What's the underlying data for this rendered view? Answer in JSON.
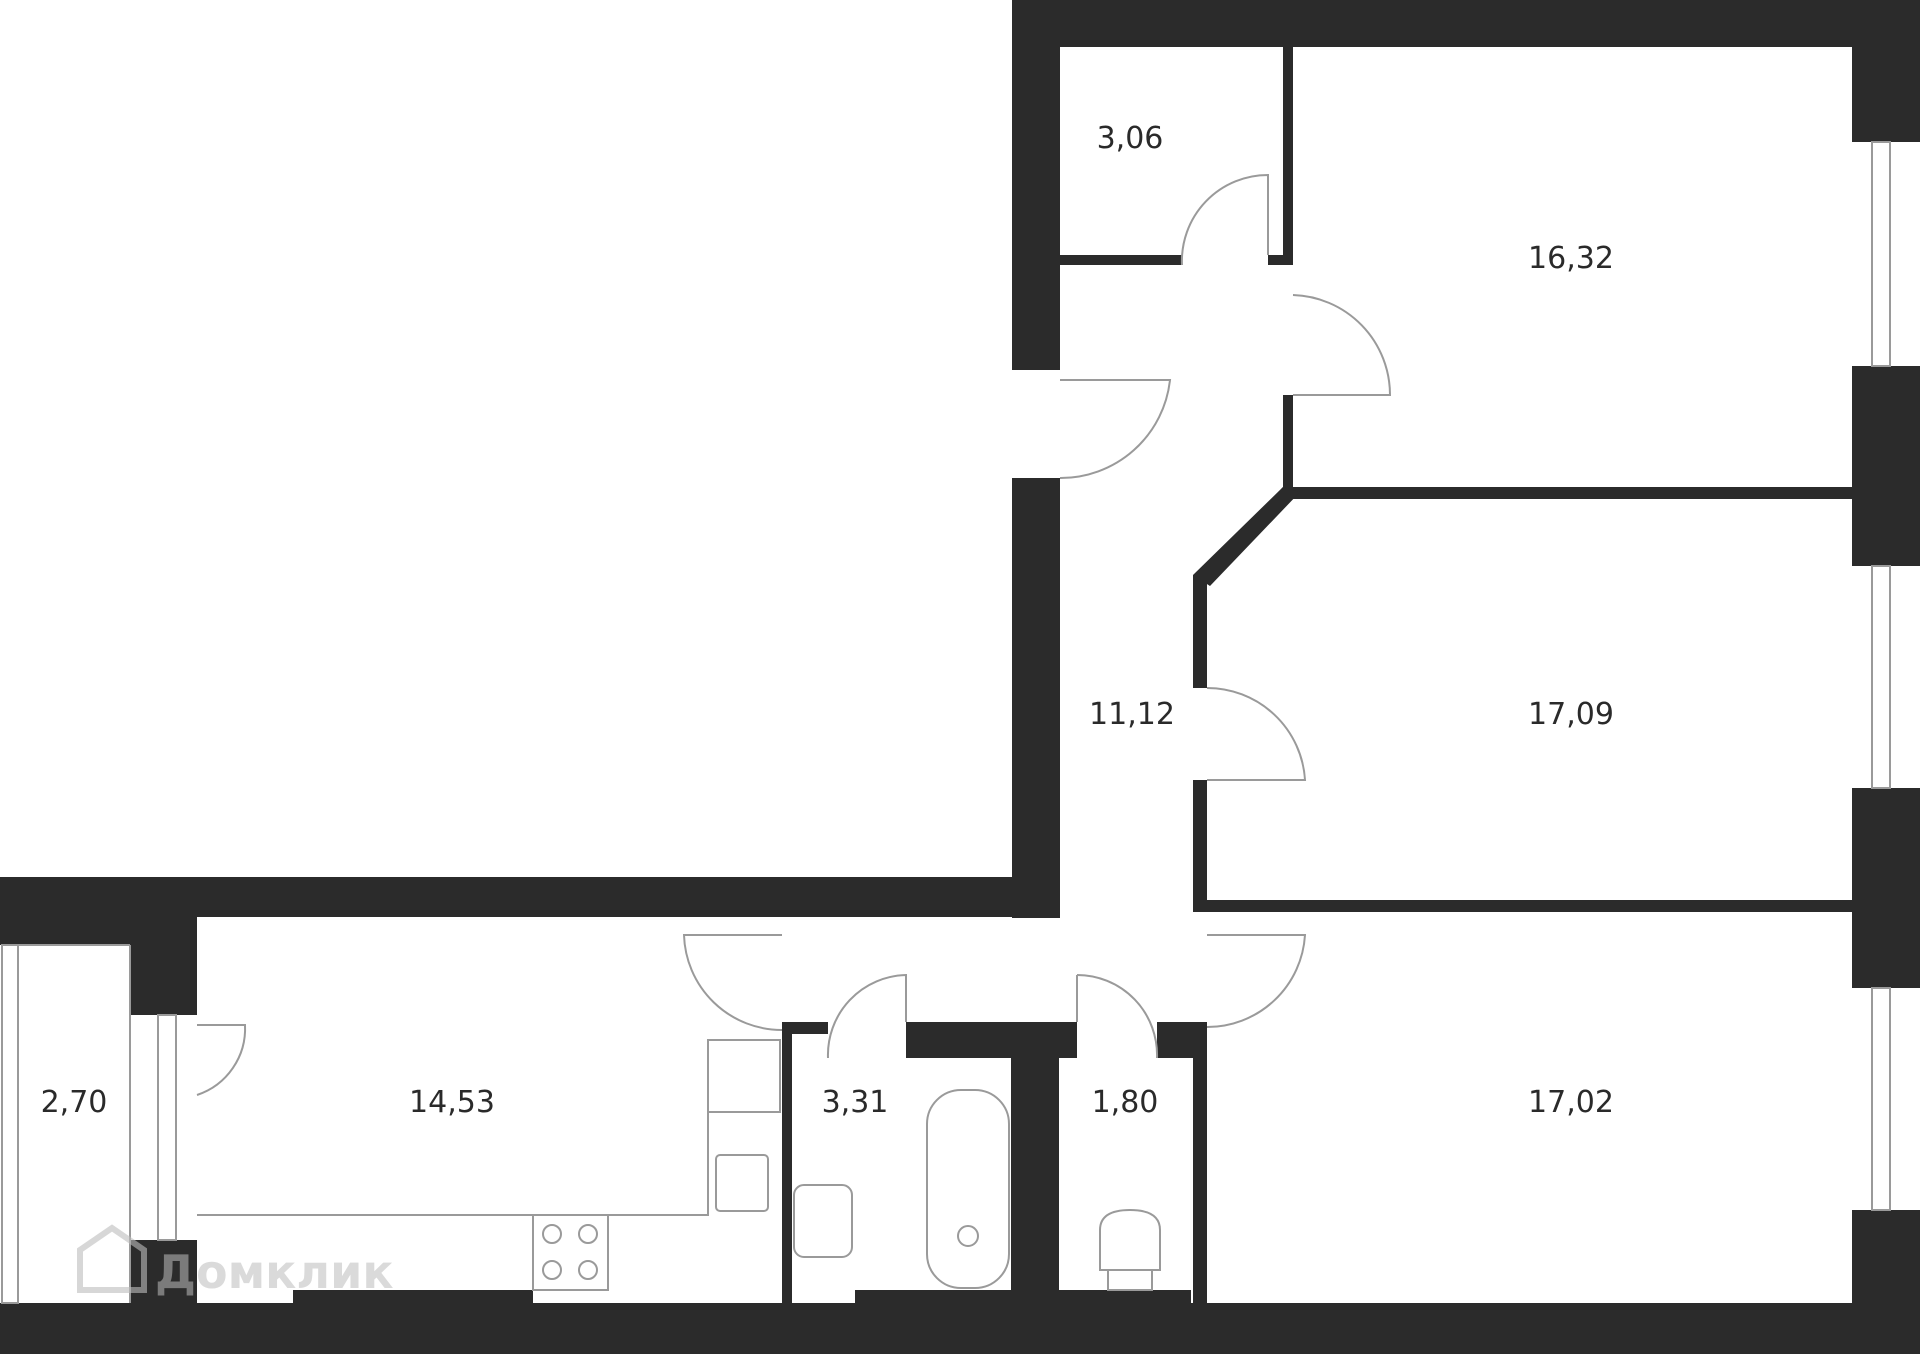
{
  "colors": {
    "wall": "#2b2b2b",
    "line": "#9a9a9a",
    "text": "#2a2a2a",
    "watermark": "#bdbdbd"
  },
  "rooms": [
    {
      "id": "storage",
      "area": "3,06"
    },
    {
      "id": "bedroom-top",
      "area": "16,32"
    },
    {
      "id": "hallway",
      "area": "11,12"
    },
    {
      "id": "bedroom-middle",
      "area": "17,09"
    },
    {
      "id": "bedroom-bottom",
      "area": "17,02"
    },
    {
      "id": "kitchen",
      "area": "14,53"
    },
    {
      "id": "balcony",
      "area": "2,70"
    },
    {
      "id": "bathroom",
      "area": "3,31"
    },
    {
      "id": "toilet",
      "area": "1,80"
    }
  ],
  "watermark": {
    "text": "Домклик",
    "icon": "house-logo-icon"
  }
}
